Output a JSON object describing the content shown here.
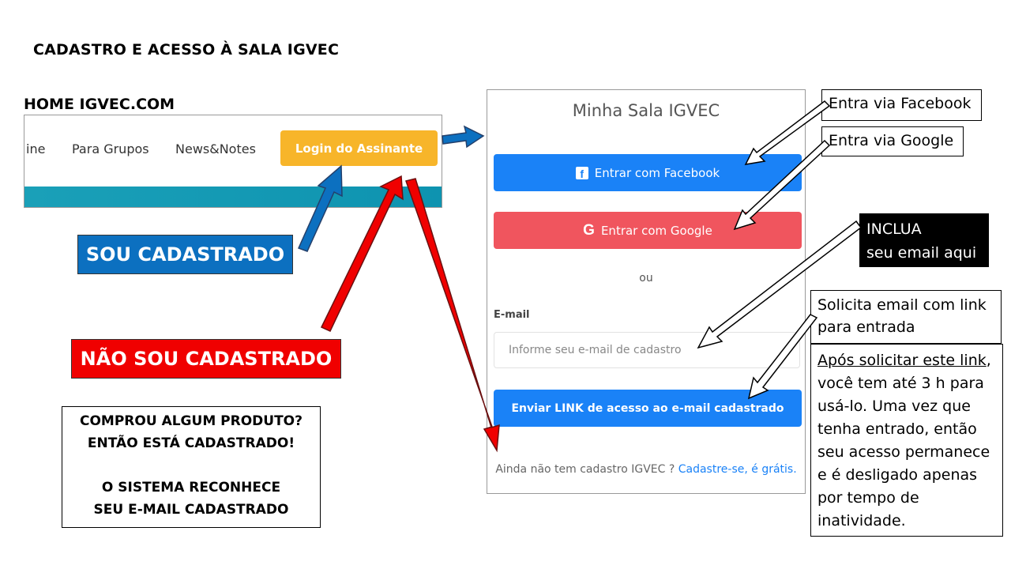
{
  "slide": {
    "title": "CADASTRO E ACESSO À SALA IGVEC"
  },
  "home": {
    "label": "HOME IGVEC.COM",
    "nav": [
      "ine",
      "Para Grupos",
      "News&Notes"
    ],
    "login_button": "Login do Assinante"
  },
  "banners": {
    "sou": "SOU CADASTRADO",
    "nao": "NÃO SOU CADASTRADO"
  },
  "note": {
    "line1": "COMPROU ALGUM PRODUTO?",
    "line2": "ENTÃO ESTÁ CADASTRADO!",
    "line3": "O SISTEMA RECONHECE",
    "line4": "SEU E-MAIL CADASTRADO"
  },
  "panel": {
    "title": "Minha Sala IGVEC",
    "facebook_button": "Entrar com Facebook",
    "google_button": "Entrar com Google",
    "or": "ou",
    "email_label": "E-mail",
    "email_placeholder": "Informe seu e-mail de cadastro",
    "send_button": "Enviar LINK de acesso ao e-mail cadastrado",
    "footer_text": "Ainda não tem cadastro IGVEC ?",
    "footer_link": "Cadastre-se, é grátis."
  },
  "callouts": {
    "facebook": "Entra via Facebook",
    "google": "Entra via Google",
    "inclua_line1": "INCLUA",
    "inclua_line2": "seu email aqui",
    "solicita_line1": "Solicita email com link",
    "solicita_line2": "para entrada",
    "apos_underlined": "Após solicitar este link",
    "apos_rest": ", você tem até 3 h para usá-lo. Uma vez que tenha entrado, então seu acesso permanece e é desligado apenas por tempo de inatividade."
  },
  "colors": {
    "login_orange": "#f7b52a",
    "facebook_blue": "#1a82f7",
    "google_red": "#f0555e",
    "banner_blue": "#0c70c0",
    "banner_red": "#f00000",
    "teal": "#1aa0b8"
  },
  "icons": {
    "facebook": "facebook-icon",
    "google": "google-icon"
  }
}
